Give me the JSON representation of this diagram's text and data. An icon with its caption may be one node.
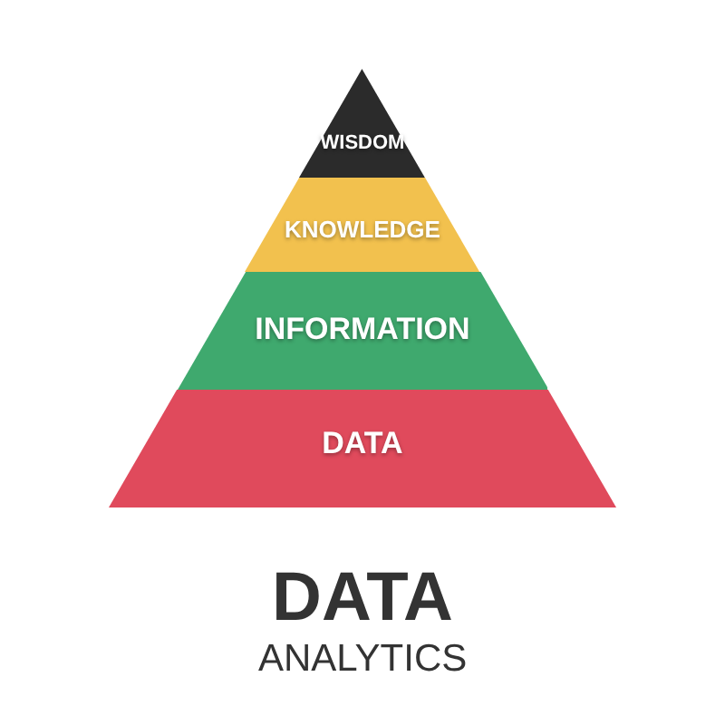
{
  "diagram": {
    "nodes": [
      {
        "text": [
          "WISDOM"
        ]
      },
      {
        "text": [
          "KNOWLEDGE"
        ]
      },
      {
        "text": [
          "INFORMATION"
        ]
      },
      {
        "text": [
          "DATA"
        ]
      }
    ],
    "labels": [
      "DATA",
      "ANALYTICS"
    ]
  }
}
